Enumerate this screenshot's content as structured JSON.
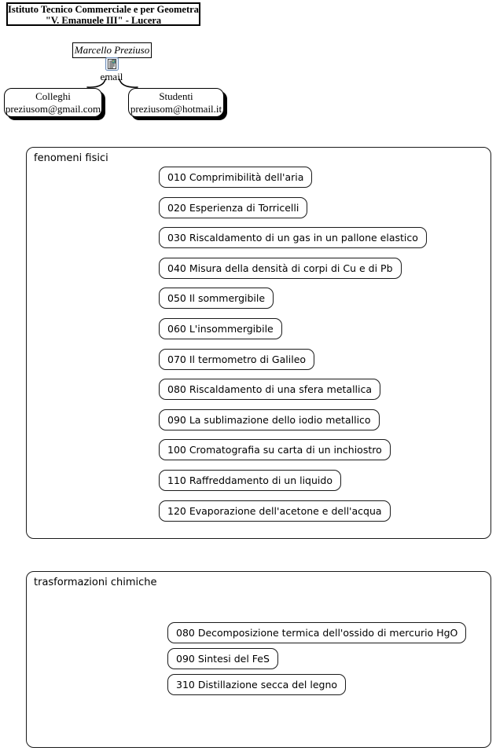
{
  "header": {
    "line1": "Istituto Tecnico Commerciale e per Geometra",
    "line2": "\"V. Emanuele III\" - Lucera"
  },
  "author": {
    "name": "Marcello Preziuso",
    "email_label": "email",
    "icon": "document-email-icon"
  },
  "contacts": [
    {
      "title": "Colleghi",
      "email": "preziusom@gmail.com"
    },
    {
      "title": "Studenti",
      "email": "preziusom@hotmail.it"
    }
  ],
  "sections": [
    {
      "title": "fenomeni fisici",
      "items": [
        "010 Comprimibilità dell'aria",
        "020 Esperienza di Torricelli",
        "030 Riscaldamento di un gas in un pallone elastico",
        "040 Misura della densità di corpi di Cu e di Pb",
        "050 Il sommergibile",
        "060 L'insommergibile",
        "070 Il termometro di Galileo",
        "080 Riscaldamento di una sfera metallica",
        "090 La sublimazione dello iodio metallico",
        "100 Cromatografia su carta di un inchiostro",
        "110 Raffreddamento di un liquido",
        "120 Evaporazione dell'acetone e dell'acqua"
      ]
    },
    {
      "title": "trasformazioni chimiche",
      "items": [
        "080 Decomposizione termica dell'ossido di mercurio HgO",
        "090 Sintesi del FeS",
        "310 Distillazione secca del legno"
      ]
    }
  ],
  "colors": {
    "border": "#000000",
    "background": "#ffffff",
    "icon_frame": "#6b8cba",
    "icon_picture_teal": "#3f8f8f",
    "icon_picture_yellow": "#e0c25a"
  }
}
